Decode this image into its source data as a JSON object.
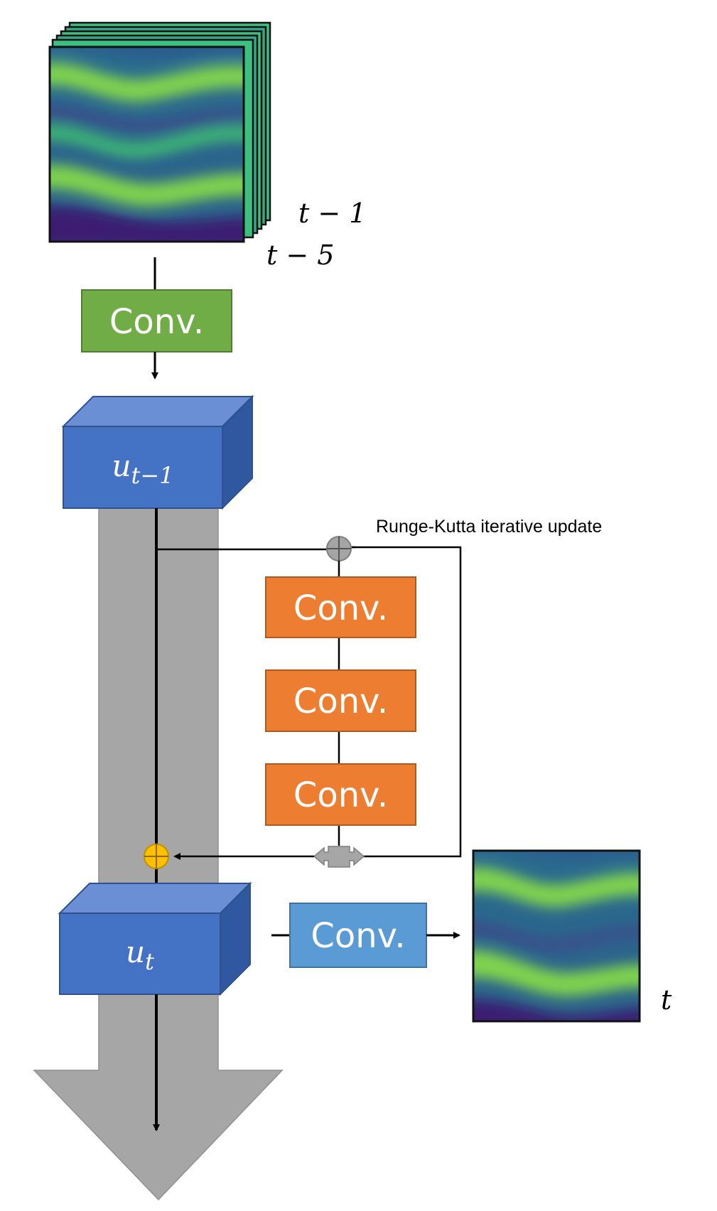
{
  "input_stack": {
    "label_top": "t − 1",
    "label_bottom": "t − 5"
  },
  "encoder": {
    "label": "Conv."
  },
  "state_prev": {
    "label_base": "u",
    "label_sub": "t−1"
  },
  "rk_loop": {
    "label": "Runge-Kutta iterative update"
  },
  "rk_convs": [
    {
      "label": "Conv."
    },
    {
      "label": "Conv."
    },
    {
      "label": "Conv."
    }
  ],
  "state_next": {
    "label_base": "u",
    "label_sub": "t"
  },
  "decoder": {
    "label": "Conv."
  },
  "output_frame": {
    "label": "t"
  },
  "colors": {
    "green_conv": "#70ad47",
    "orange_conv": "#ed7d31",
    "light_blue_conv": "#5b9bd5",
    "state_cube": "#4472c4",
    "gray_arrow": "#a6a6a6",
    "gold_sum": "#ffc000",
    "gray_sum": "#a5a5a5"
  }
}
